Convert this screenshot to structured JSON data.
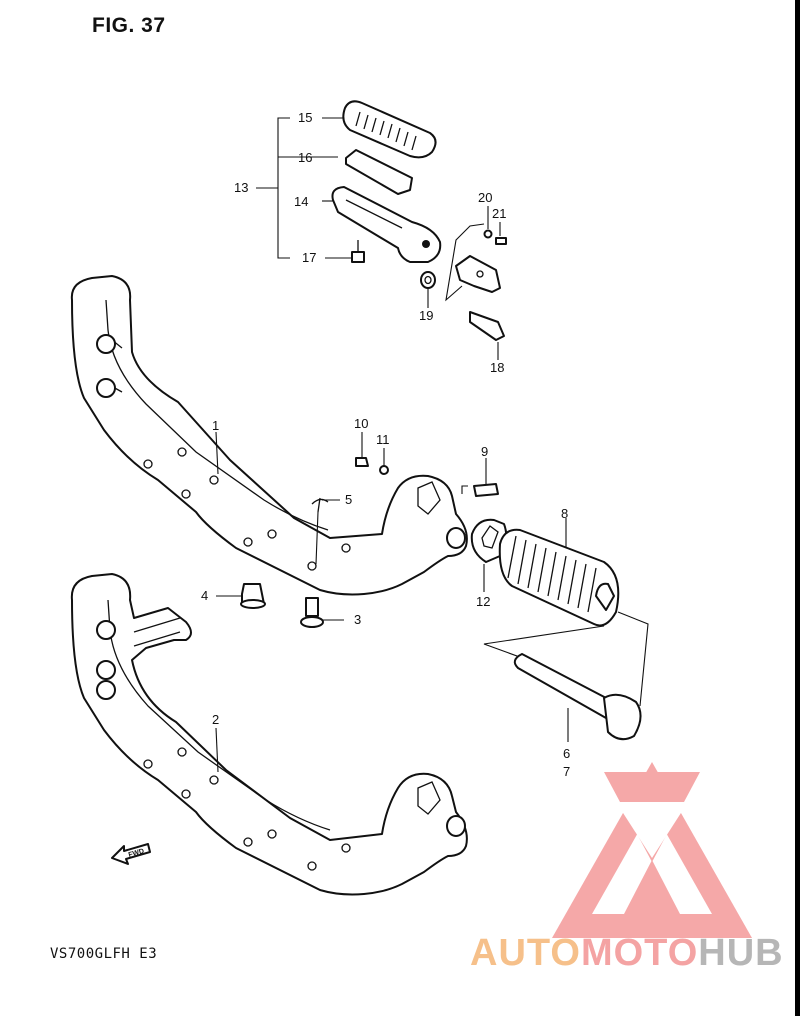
{
  "figure": {
    "title": "FIG. 37",
    "model_code": "VS700GLFH  E3"
  },
  "callouts": [
    {
      "id": "1",
      "label": "1"
    },
    {
      "id": "2",
      "label": "2"
    },
    {
      "id": "3",
      "label": "3"
    },
    {
      "id": "4",
      "label": "4"
    },
    {
      "id": "5",
      "label": "5"
    },
    {
      "id": "6",
      "label": "6"
    },
    {
      "id": "7",
      "label": "7"
    },
    {
      "id": "8",
      "label": "8"
    },
    {
      "id": "9",
      "label": "9"
    },
    {
      "id": "10",
      "label": "10"
    },
    {
      "id": "11",
      "label": "11"
    },
    {
      "id": "12",
      "label": "12"
    },
    {
      "id": "13",
      "label": "13"
    },
    {
      "id": "14",
      "label": "14"
    },
    {
      "id": "15",
      "label": "15"
    },
    {
      "id": "16",
      "label": "16"
    },
    {
      "id": "17",
      "label": "17"
    },
    {
      "id": "18",
      "label": "18"
    },
    {
      "id": "19",
      "label": "19"
    },
    {
      "id": "20",
      "label": "20"
    },
    {
      "id": "21",
      "label": "21"
    }
  ],
  "fwd_arrow": {
    "label": "FWD"
  },
  "watermark": {
    "logo_icon": "triangle-logo-icon",
    "part1": "AUTO",
    "part2": "MOTO",
    "part3": "HUB",
    "colors": {
      "auto": "#f6c08a",
      "moto": "#f4a3a3",
      "hub": "#b6b6b6",
      "logo": "#f18a8a"
    }
  }
}
